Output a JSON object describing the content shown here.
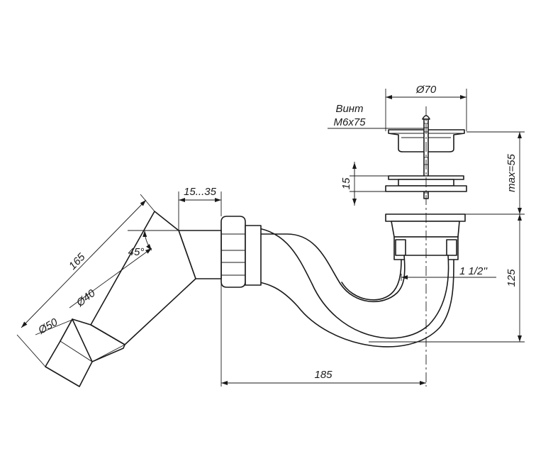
{
  "labels": {
    "screw_line1": "Винт",
    "screw_line2": "M6x75",
    "dia70": "Ø70",
    "dim15": "15",
    "dim_max55": "max=55",
    "dim_15_35": "15...35",
    "angle45": "45°",
    "dim165": "165",
    "dia40": "Ø40",
    "dia50": "Ø50",
    "thread": "1 1/2''",
    "dim125": "125",
    "dim185": "185"
  }
}
